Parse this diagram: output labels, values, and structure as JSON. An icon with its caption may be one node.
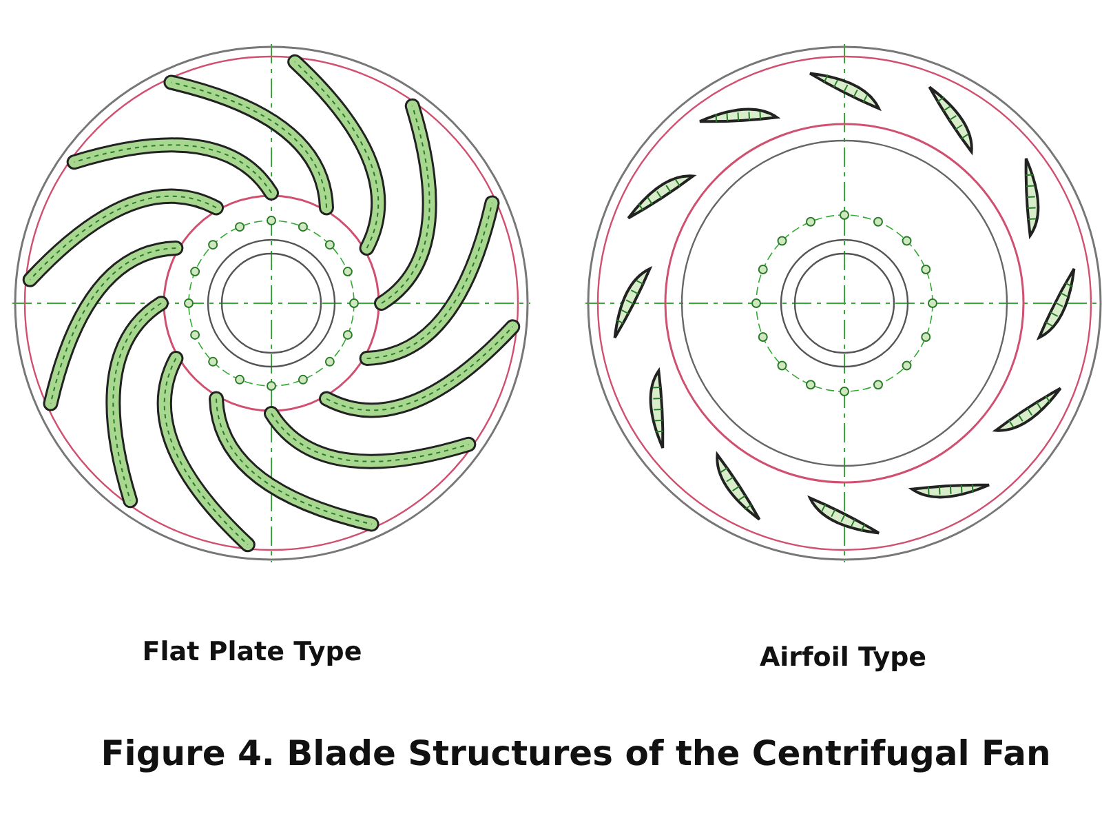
{
  "diagram": {
    "caption": "Figure 4. Blade Structures of the Centrifugal Fan",
    "labels": [
      "Flat Plate Type",
      "Airfoil Type"
    ]
  }
}
